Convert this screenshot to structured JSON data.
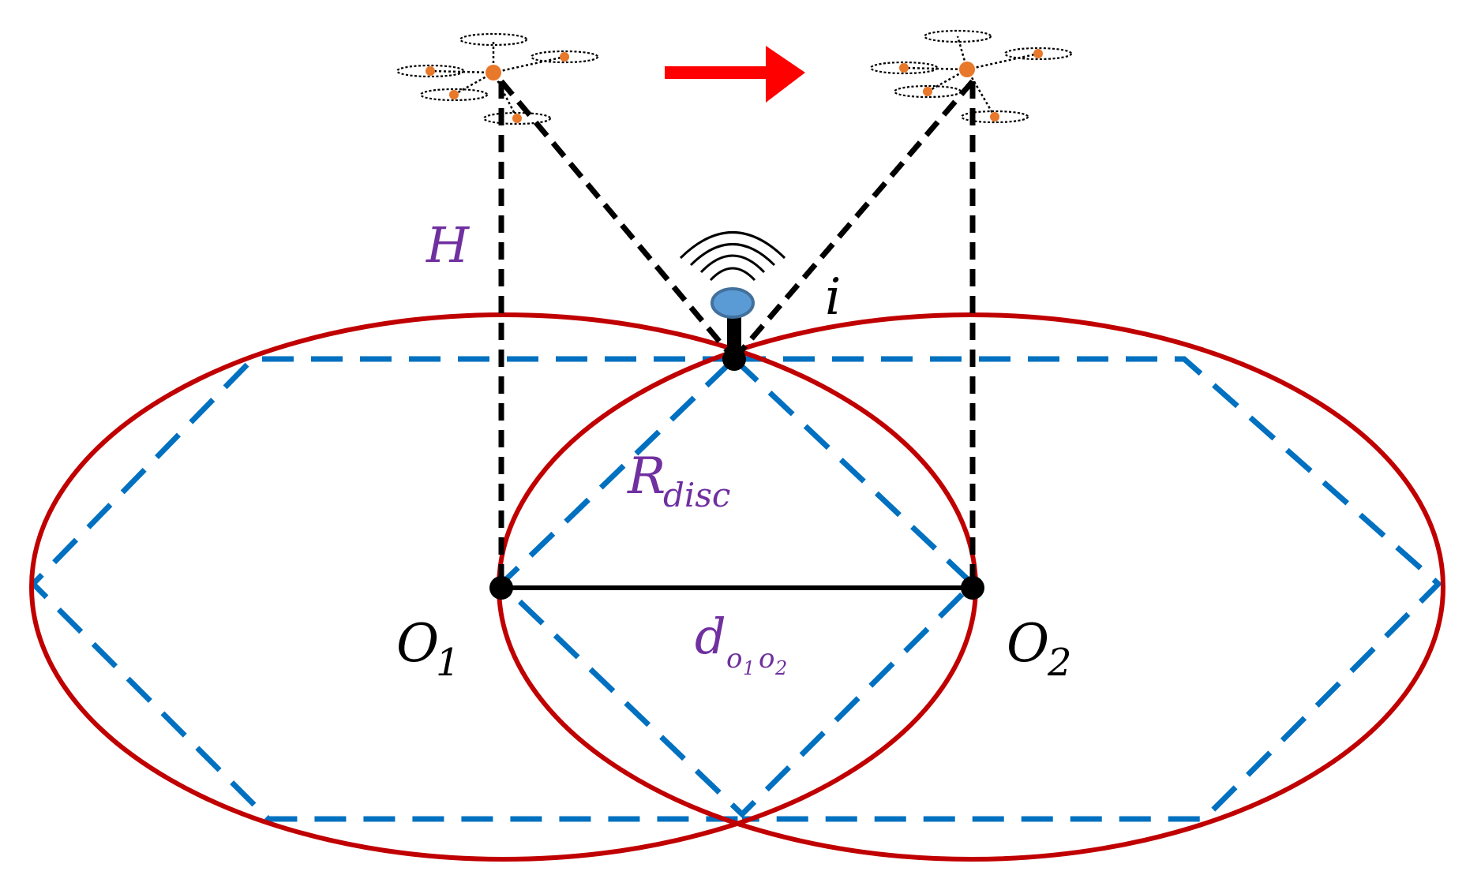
{
  "diagram": {
    "labels": {
      "height": "H",
      "user": "i",
      "discovery_radius_main": "R",
      "discovery_radius_sub": "disc",
      "center_1_main": "O",
      "center_1_sub": "1",
      "center_2_main": "O",
      "center_2_sub": "2",
      "distance_main": "d",
      "distance_sub_1": "o",
      "distance_sub_1_index": "1",
      "distance_sub_2": "o",
      "distance_sub_2_index": "2"
    },
    "colors": {
      "coverage_ellipse": "#c00000",
      "dashed_diamond": "#0070c0",
      "math_labels_purple": "#7030a0",
      "motion_arrow": "#ff0000",
      "user_device": "#5b9bd5",
      "drone_motor": "#e8782a"
    },
    "icons": [
      "drone-icon",
      "arrow-right-icon",
      "user-device-icon",
      "wireless-signal-icon"
    ]
  }
}
